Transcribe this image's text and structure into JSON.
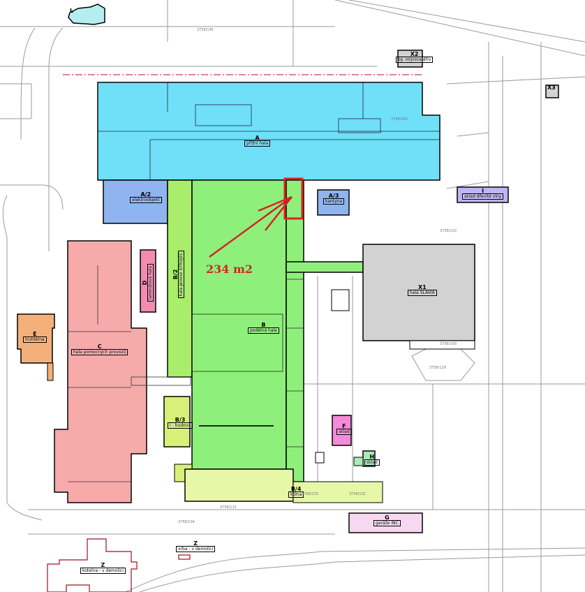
{
  "colors": {
    "cyan": "#6fe0f8",
    "blue": "#8fb4f0",
    "green": "#8ef07a",
    "lightgreen": "#c8f27a",
    "yellowgreen": "#e6f7a8",
    "pink": "#f7aaaa",
    "magenta": "#f48bb0",
    "orange": "#f4b07a",
    "gray": "#d2d2d2",
    "purple": "#c0b4f4",
    "lightpink": "#f8d8f0",
    "highlight": "#e02020"
  },
  "buildings": [
    {
      "code": "L",
      "name": ""
    },
    {
      "code": "A",
      "name": "přížní hala"
    },
    {
      "code": "A/2",
      "name": "elektroobjekt"
    },
    {
      "code": "A/3",
      "name": "kantýna"
    },
    {
      "code": "B/2",
      "name": "hala provoz STROJEC"
    },
    {
      "code": "B",
      "name": "podélná hala"
    },
    {
      "code": "X1",
      "name": "hala SLAVIA"
    },
    {
      "code": "I",
      "name": "sklad dřevité vlny"
    },
    {
      "code": "X2",
      "name": "bý. mlýnice dřív"
    },
    {
      "code": "X3",
      "name": ""
    },
    {
      "code": "D",
      "name": "laminátová hala"
    },
    {
      "code": "E",
      "name": "truhlárna"
    },
    {
      "code": "C",
      "name": "hala pomocných provozů"
    },
    {
      "code": "B/3",
      "name": "I - budova"
    },
    {
      "code": "B/4",
      "name": "kůlna"
    },
    {
      "code": "F",
      "name": "sklad"
    },
    {
      "code": "H",
      "name": "sklad"
    },
    {
      "code": "G",
      "name": "garáže INC"
    },
    {
      "code": "Z",
      "name": "vrba - v demolici"
    },
    {
      "code": "Z",
      "name": "kotelna - v demolici"
    }
  ],
  "annotation": {
    "area": "234 m2"
  },
  "parcels": [
    "3758/145",
    "3758/134",
    "3758/131",
    "3758/129",
    "3758/105",
    "3758/132",
    "3758/133",
    "3758/120",
    "3758/100"
  ]
}
